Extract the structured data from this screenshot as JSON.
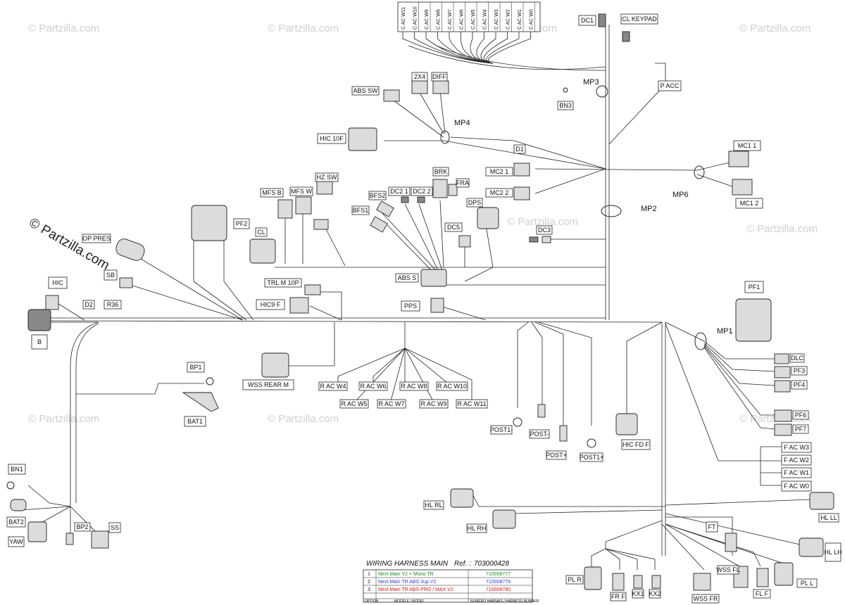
{
  "watermark": {
    "text": "© Partzilla.com",
    "big_text": "© Partzilla.com"
  },
  "top_bank": [
    "C AC W11",
    "C AC W10",
    "C AC W9",
    "C AC W8",
    "C AC W7",
    "C AC W6",
    "C AC W5",
    "C AC W4",
    "C AC W3",
    "C AC W2",
    "C AC W1",
    "C AC W0"
  ],
  "labels": {
    "dc1": "DC1",
    "cl_keypad": "CL KEYPAD",
    "mp3": "MP3",
    "p_acc": "P ACC",
    "bn3": "BN3",
    "abs_sw": "ABS SW",
    "two_x4": "2X4",
    "diff": "DIFF",
    "mp4": "MP4",
    "hic_10f": "HIC 10F",
    "d1": "D1",
    "mc1_1": "MC1 1",
    "mc1_2": "MC1 2",
    "mc2_1": "MC2 1",
    "mc2_2": "MC2 2",
    "mp6": "MP6",
    "mp2": "MP2",
    "brk": "BRK",
    "fra": "FRA",
    "dc2_1": "DC2 1",
    "dc2_2": "DC2 2",
    "bfs2": "BFS2",
    "bfs1": "BFS1",
    "dps": "DPS",
    "dc5": "DC5",
    "dc3": "DC3",
    "hz_sw": "HZ SW",
    "mfs_b": "MFS B",
    "mfs_w": "MFS W",
    "pf2": "PF2",
    "cl": "CL",
    "op_pres": "OP PRES",
    "sb": "SB",
    "hic": "HIC",
    "d2": "D2",
    "r36": "R36",
    "b": "B",
    "trl_m_10p": "TRL M 10P",
    "hic9_f": "HIC9 F",
    "abs_s": "ABS S",
    "pps": "PPS",
    "pf1": "PF1",
    "mp1": "MP1",
    "dlc": "DLC",
    "pf3": "PF3",
    "pf4": "PF4",
    "pf6": "PF6",
    "pf7": "PF7",
    "wss_rear_m": "WSS REAR M",
    "bp1": "BP1",
    "bat1": "BAT1",
    "r_ac_w4": "R AC W4",
    "r_ac_w5": "R AC W5",
    "r_ac_w6": "R AC W6",
    "r_ac_w7": "R AC W7",
    "r_ac_w8": "R AC W8",
    "r_ac_w9": "R AC W9",
    "r_ac_w10": "R AC W10",
    "r_ac_w11": "R AC W11",
    "post1_minus": "POST1-",
    "post_minus": "POST-",
    "post_plus": "POST+",
    "post1_plus": "POST1+",
    "hic_fd_f": "HIC FD F",
    "f_ac_w3": "F AC W3",
    "f_ac_w2": "F AC W2",
    "f_ac_w1": "F AC W1",
    "f_ac_w0": "F AC W0",
    "bn1": "BN1",
    "bat2": "BAT2",
    "yaw": "YAW",
    "bp2": "BP2",
    "ss": "SS",
    "hl_rl": "HL RL",
    "hl_rh": "HL RH",
    "hl_ll": "HL LL",
    "hl_lh": "HL LH",
    "ft": "FT",
    "pl_r": "PL R",
    "fr_f": "FR F",
    "kx1": "KX1",
    "kx2": "KX2",
    "wss_fr": "WSS FR",
    "wss_fl": "WSS FL",
    "fl_f": "FL F",
    "pl_l": "PL L"
  },
  "title_block": {
    "title": "WIRING HARNESS MAIN",
    "ref_label": "Ref. :",
    "ref": "703000428",
    "rows": [
      {
        "num": "1",
        "model": "Next Main V2 + Mono TR",
        "part": "710008777",
        "color": "#1a8a1a"
      },
      {
        "num": "2",
        "model": "Next Main TR ABS 3up V2",
        "part": "710008779",
        "color": "#2a3fcf"
      },
      {
        "num": "3",
        "model": "Next Main TR ABS PRO / MAX V2",
        "part": "710008780",
        "color": "#cc1a1a"
      }
    ],
    "footer": [
      "OPTION",
      "MODELE / MODEL",
      "NUMERO HARNAIS / HARNESS NUMBER"
    ]
  }
}
